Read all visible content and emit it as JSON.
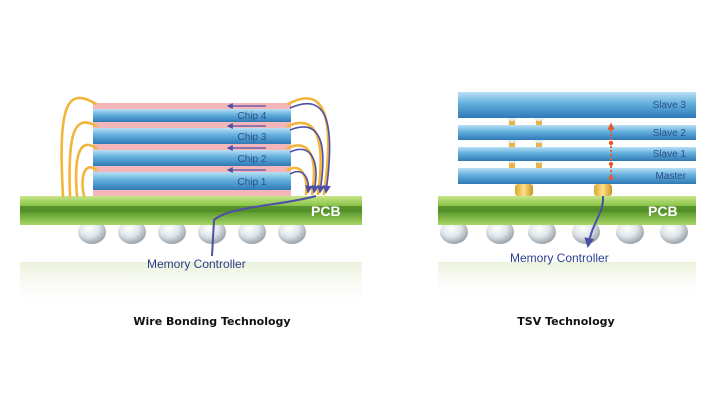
{
  "wire_bonding": {
    "chips": [
      "Chip 4",
      "Chip 3",
      "Chip 2",
      "Chip 1"
    ],
    "pcb_label": "PCB",
    "controller_label": "Memory Controller",
    "caption": "Wire Bonding Technology"
  },
  "tsv": {
    "layers": [
      "Slave 3",
      "Slave 2",
      "Slave 1",
      "Master"
    ],
    "pcb_label": "PCB",
    "controller_label": "Memory Controller",
    "caption": "TSV Technology"
  },
  "colors": {
    "chip_fill": "#5aa6d6",
    "spacer_fill": "#f4b6b8",
    "pcb_green": "#86c24a",
    "wire_yellow": "#f2b53c",
    "arrow_purple": "#4d50a6",
    "tsv_red": "#e8582c"
  }
}
